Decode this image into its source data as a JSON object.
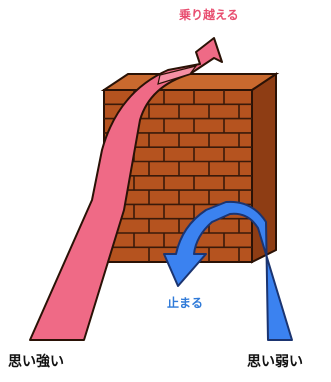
{
  "labels": {
    "overcome": "乗り越える",
    "stop": "止まる",
    "strong_will": "思い強い",
    "weak_will": "思い弱い"
  },
  "colors": {
    "pink_arrow": "#ef6a86",
    "blue_arrow": "#3b82f0",
    "brick": "#b5531f",
    "mortar": "#3a1a0a",
    "overcome_text": "#e84e70",
    "stop_text": "#2f7ad8",
    "label_text": "#111111"
  },
  "icons": {
    "wall": "brick-wall-icon",
    "strong_path": "up-arrow-over-wall",
    "weak_path": "u-turn-arrow"
  }
}
